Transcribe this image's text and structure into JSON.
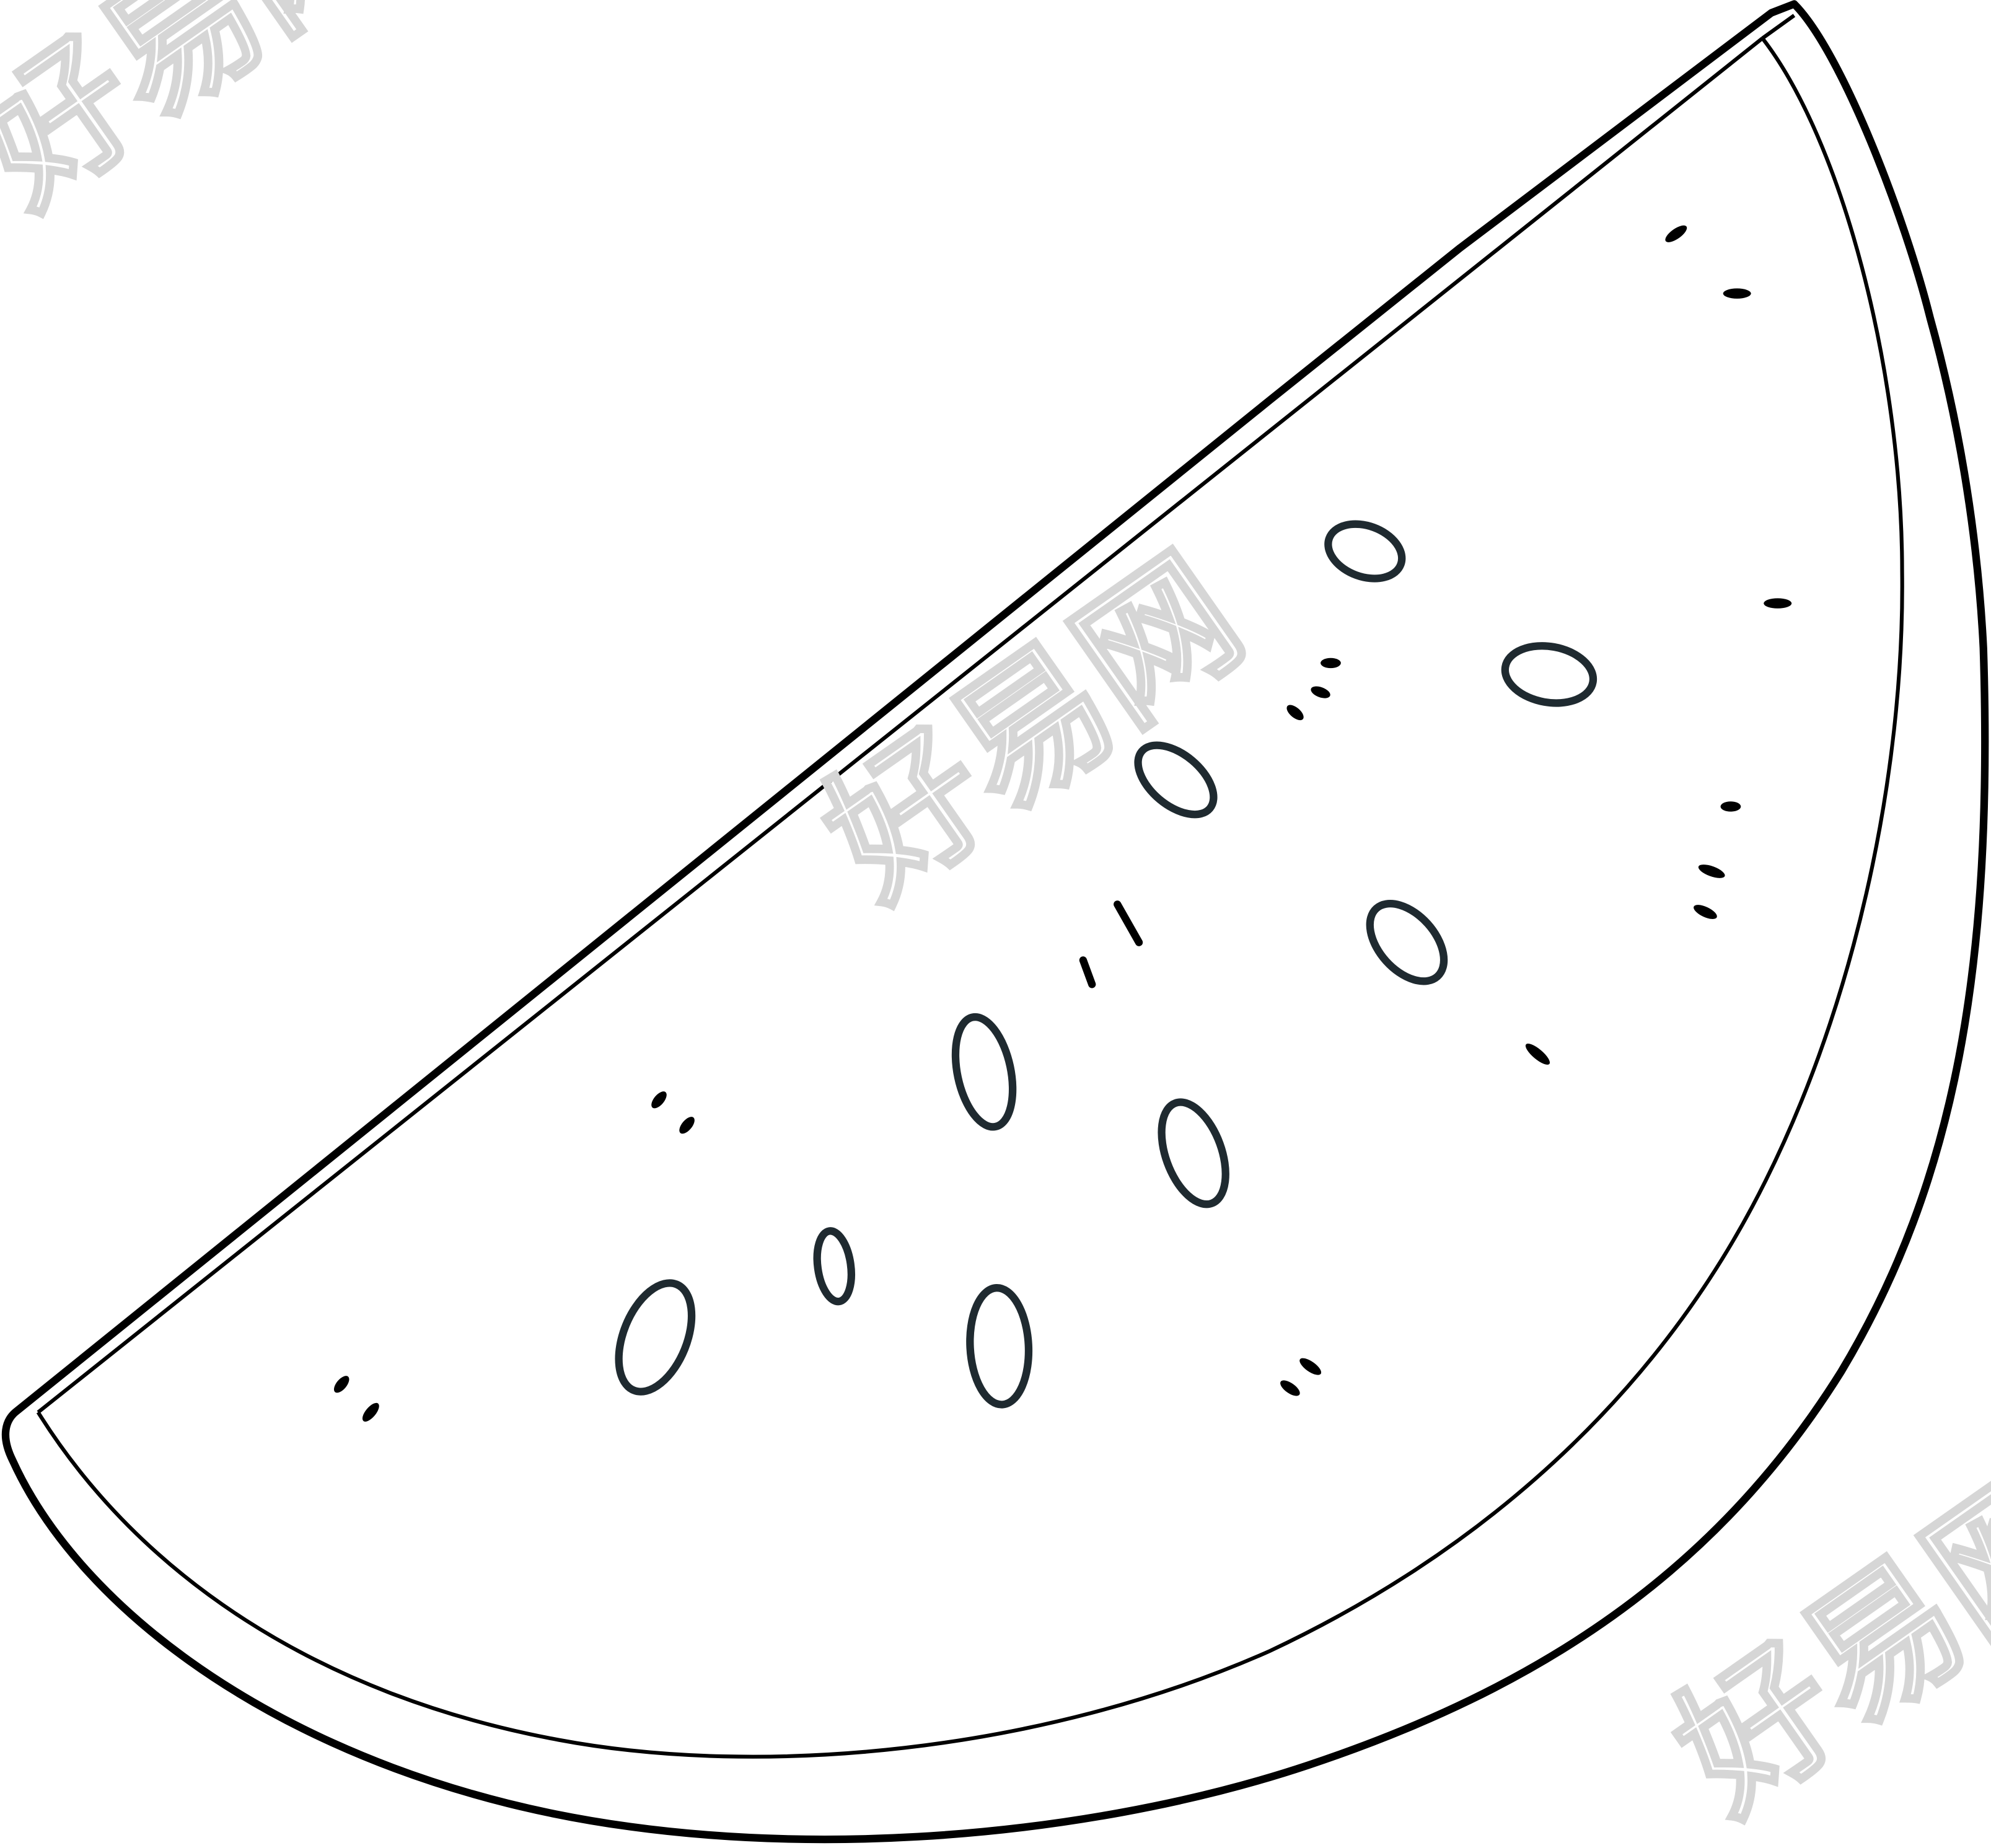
{
  "image": {
    "subject": "watermelon-slice-line-art",
    "line_color": "#000000",
    "seed_color": "#1f2a30",
    "background": "#ffffff"
  },
  "watermarks": [
    {
      "text": "好易网"
    },
    {
      "text": "好易网"
    },
    {
      "text": "好易网"
    }
  ]
}
